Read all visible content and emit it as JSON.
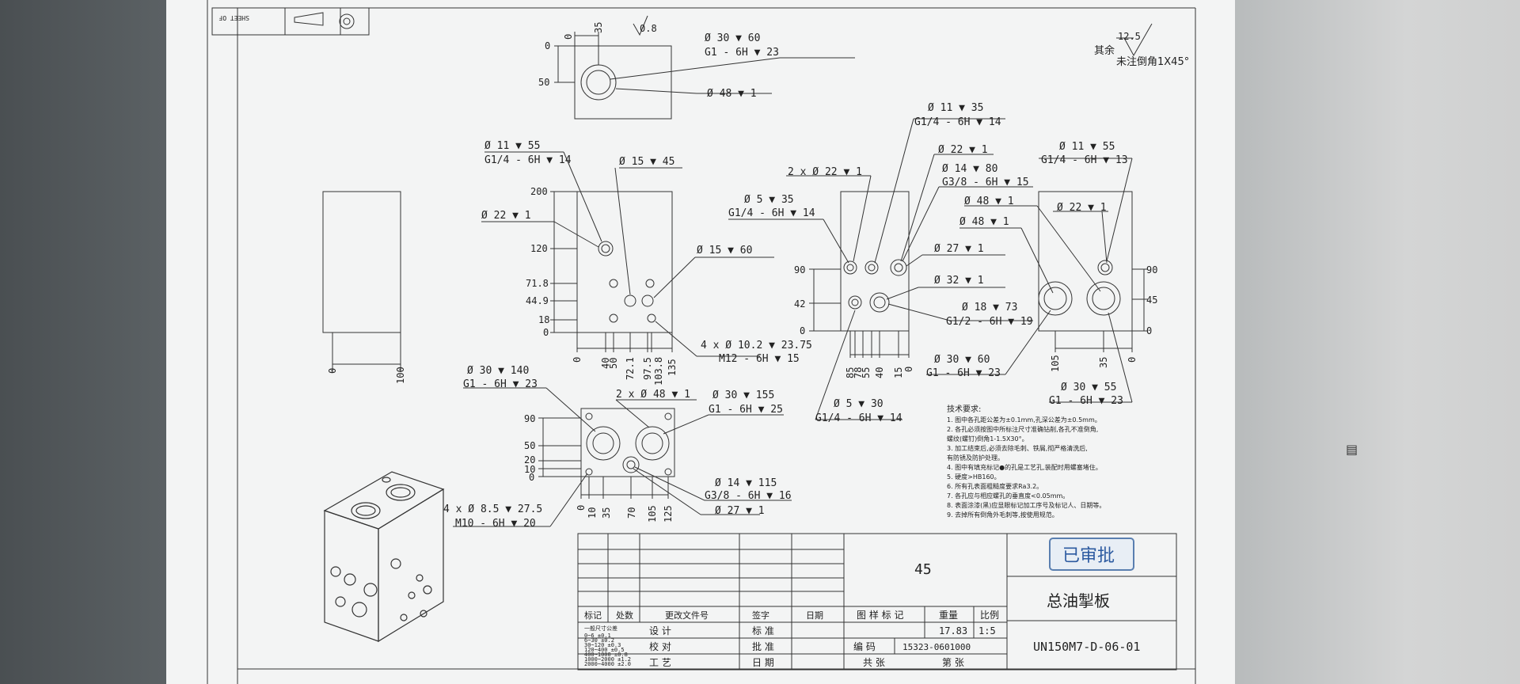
{
  "sheet": {
    "label": "SHEET OF"
  },
  "top_view": {
    "dims": {
      "h0": "0",
      "h50": "50",
      "v0": "0",
      "v35": "35"
    },
    "surface": "0.8",
    "label1": "Ø 30 ▼ 60",
    "label2": "G1 - 6H ▼ 23",
    "label3": "Ø 48 ▼ 1"
  },
  "roughness": {
    "value": "12.5",
    "rest": "其余",
    "chamfer": "未注倒角1X45°"
  },
  "side_left": {
    "dim0": "0",
    "dim100": "100"
  },
  "front_view": {
    "labels": {
      "a1": "Ø 11 ▼ 55",
      "a2": "G1/4 - 6H ▼ 14",
      "b1": "Ø 15 ▼ 45",
      "c1": "Ø 22 ▼ 1",
      "d1": "Ø 15 ▼ 60",
      "e1": "4 x Ø 10.2 ▼ 23.75",
      "e2": "M12 - 6H ▼ 15"
    },
    "vdims": [
      "200",
      "120",
      "71.8",
      "44.9",
      "18",
      "0"
    ],
    "hdims": [
      "0",
      "40",
      "50",
      "72.1",
      "97.5",
      "103.8",
      "135"
    ]
  },
  "mid_view": {
    "labels": {
      "a1": "Ø 11 ▼ 35",
      "a2": "G1/4 - 6H ▼ 14",
      "b1": "Ø 22 ▼ 1",
      "c1": "2 x Ø 22 ▼ 1",
      "d1": "Ø 14 ▼ 80",
      "d2": "G3/8 - 6H ▼ 15",
      "e1": "Ø 5 ▼ 35",
      "e2": "G1/4 - 6H ▼ 14",
      "f1": "Ø 27 ▼ 1",
      "g1": "Ø 32 ▼ 1",
      "h1": "Ø 18 ▼ 73",
      "h2": "G1/2 - 6H ▼ 19",
      "i1": "Ø 5 ▼ 30",
      "i2": "G1/4 - 6H ▼ 14"
    },
    "vdims": [
      "90",
      "42",
      "0"
    ],
    "hdims": [
      "85",
      "78",
      "55",
      "40",
      "15",
      "0"
    ]
  },
  "right_view": {
    "labels": {
      "a1": "Ø 11 ▼ 55",
      "a2": "G1/4 - 6H ▼ 13",
      "b1": "Ø 48 ▼ 1",
      "c1": "Ø 22 ▼ 1",
      "d1": "Ø 48 ▼ 1",
      "e1": "Ø 30 ▼ 60",
      "e2": "G1 - 6H ▼ 23",
      "f1": "Ø 30 ▼ 55",
      "f2": "G1 - 6H ▼ 23"
    },
    "vdims": [
      "90",
      "45",
      "0"
    ],
    "hdims": [
      "105",
      "35",
      "0"
    ]
  },
  "bottom_view": {
    "labels": {
      "a1": "Ø 30 ▼ 140",
      "a2": "G1 - 6H ▼ 23",
      "b1": "2 x Ø 48 ▼ 1",
      "c1": "Ø 30 ▼ 155",
      "c2": "G1 - 6H ▼ 25",
      "d1": "Ø 14 ▼ 115",
      "d2": "G3/8 - 6H ▼ 16",
      "e1": "Ø 27 ▼ 1",
      "f1": "4 x Ø 8.5 ▼ 27.5",
      "f2": "M10 - 6H ▼ 20"
    },
    "vdims": [
      "90",
      "50",
      "20",
      "10",
      "0"
    ],
    "hdims": [
      "0",
      "10",
      "35",
      "70",
      "105",
      "125"
    ]
  },
  "notes": {
    "title": "技术要求:",
    "lines": [
      "1. 图中各孔距公差为±0.1mm,孔深公差为±0.5mm。",
      "2. 各孔必须按图中所标注尺寸准确钻削,各孔不准倒角,",
      "   螺纹(螺钉)倒角1-1.5X30°。",
      "3. 加工结束后,必须去除毛刺、铁屑,彻严格清洗后,",
      "   有防锈及防护处理。",
      "4. 图中有填充标记●的孔是工艺孔,装配时用螺塞堵住。",
      "5. 硬度>HB160。",
      "6. 所有孔表面粗糙度要求Ra3.2。",
      "7. 各孔应与相应螺孔的垂直度<0.05mm。",
      "8. 表面涂漆(黑)应显眼标记加工序号及标记人、日期等。",
      "9. 去掉所有倒角外毛刺等,按使用规范。"
    ]
  },
  "title_block": {
    "headers": [
      "标记",
      "处数",
      "更改文件号",
      "签字",
      "日期"
    ],
    "design": "设 计",
    "check": "校 对",
    "process": "工 艺",
    "standard": "标 准",
    "approve": "批 准",
    "date": "日 期",
    "drawing_mark": "图 样 标 记",
    "weight": "重量",
    "scale": "比例",
    "weight_val": "17.83",
    "scale_val": "1:5",
    "code": "编 码",
    "code_val": "15323-0601000",
    "total": "共   张",
    "page": "第   张",
    "part_no": "45",
    "approved_stamp": "已审批",
    "name": "总油掣板",
    "drawing_no": "UN150M7-D-06-01",
    "tolerance_title": "一般尺寸公差",
    "tolerances": [
      "0~6 ±0.1",
      "6~30 ±0.2",
      "30~120 ±0.3",
      "120~400 ±0.5",
      "400~1000 ±0.8",
      "1000~2000 ±1.2",
      "2000~4000 ±2.0"
    ]
  }
}
